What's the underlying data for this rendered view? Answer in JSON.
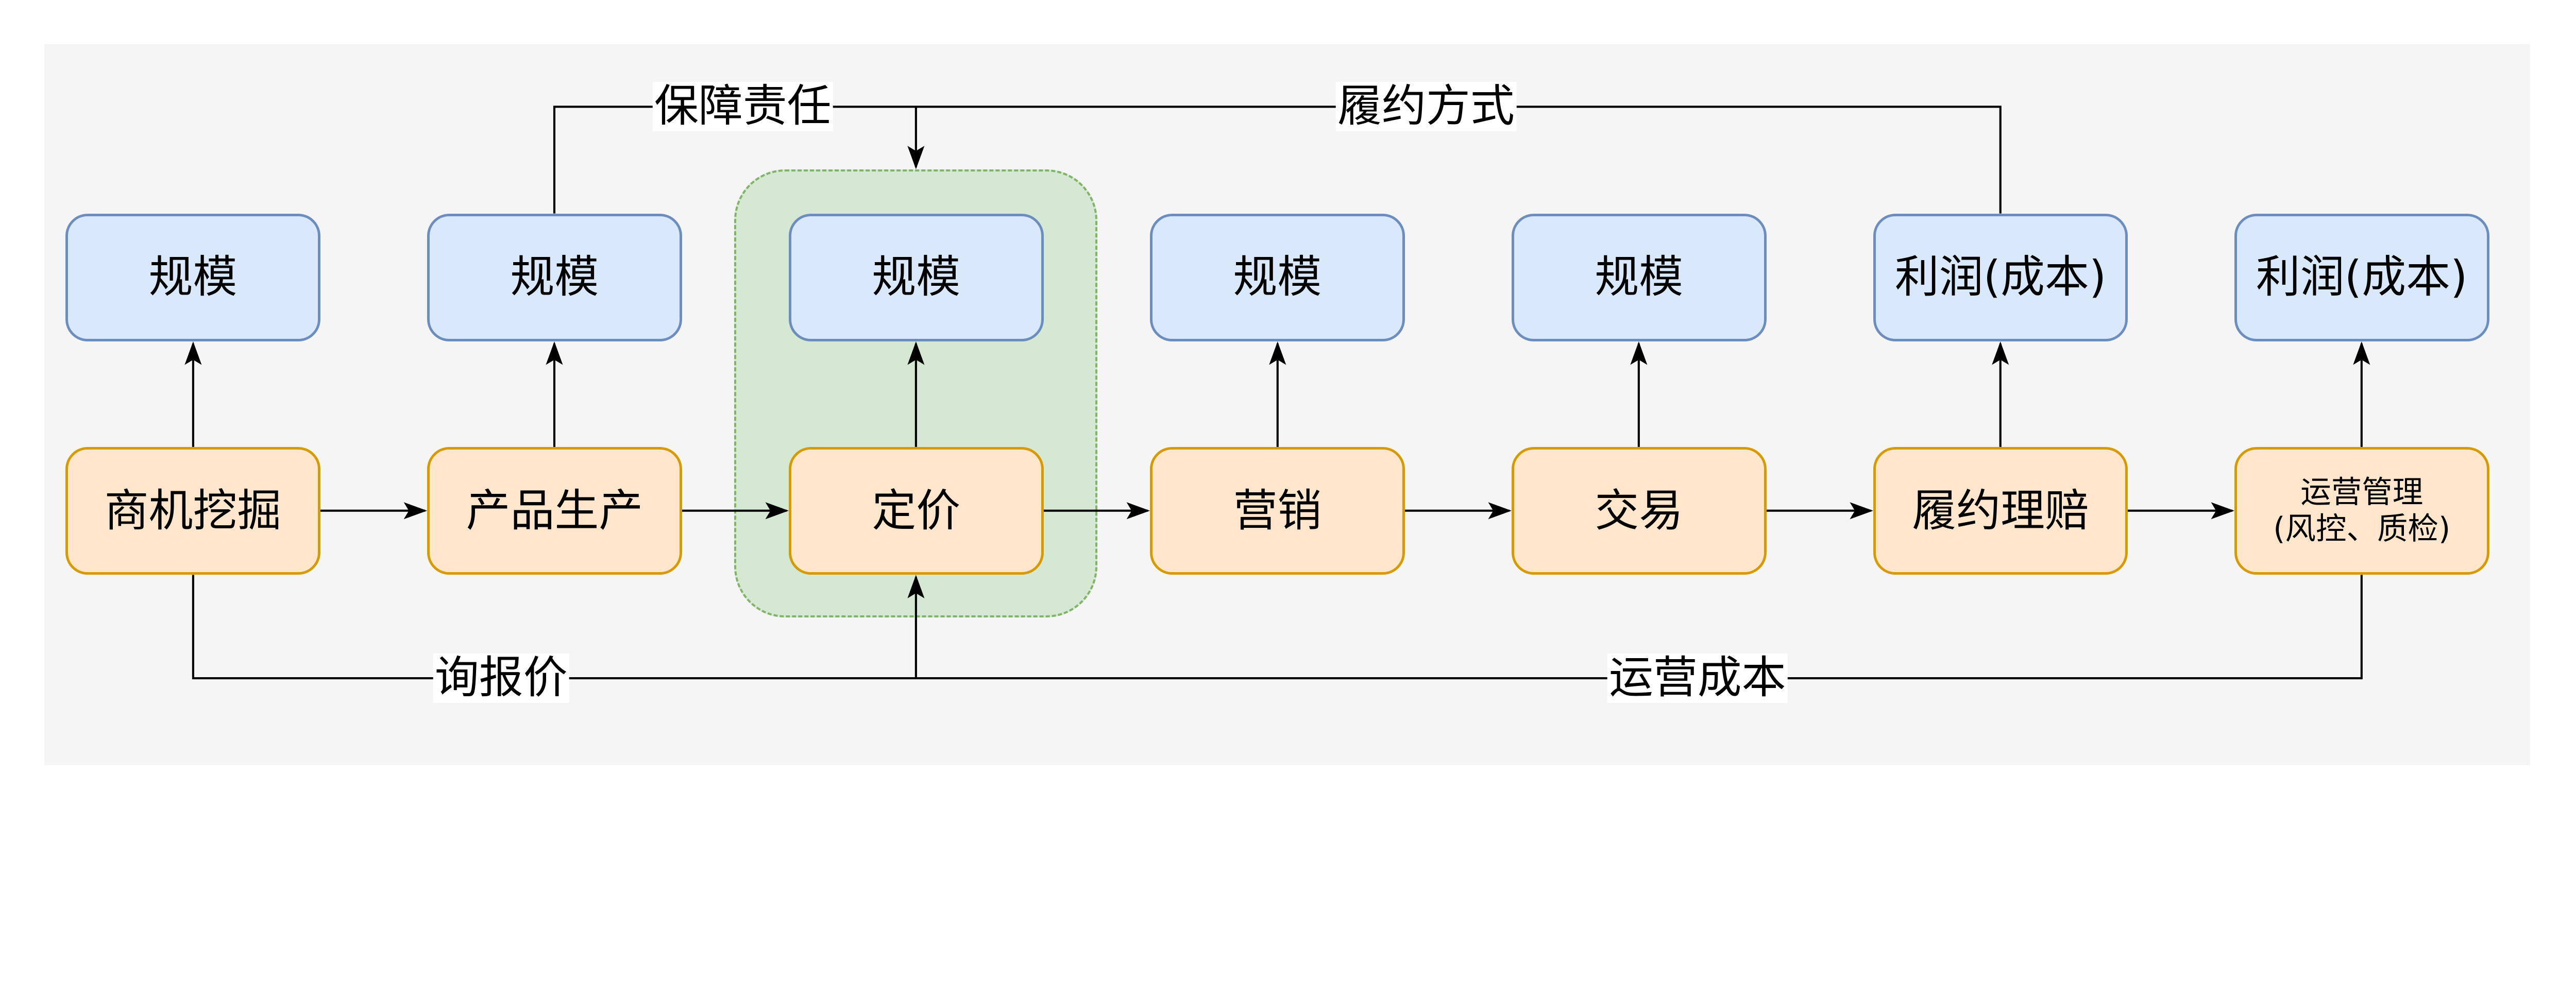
{
  "colors": {
    "metric_fill": "#dae8fc",
    "metric_stroke": "#6c8ebf",
    "stage_fill": "#ffe6cc",
    "stage_stroke": "#d79b00",
    "group_fill": "#d5e8d4",
    "group_stroke": "#82b366",
    "background": "#f5f5f5"
  },
  "metrics": [
    "规模",
    "规模",
    "规模",
    "规模",
    "规模",
    "利润(成本)",
    "利润(成本)"
  ],
  "stages": [
    "商机挖掘",
    "产品生产",
    "定价",
    "营销",
    "交易",
    "履约理赔",
    "运营管理\n(风控、质检)"
  ],
  "stage7": {
    "line1": "运营管理",
    "line2": "(风控、质检)"
  },
  "edge_labels": {
    "guarantee": "保障责任",
    "fulfillment": "履约方式",
    "inquiry": "询报价",
    "ops_cost": "运营成本"
  }
}
